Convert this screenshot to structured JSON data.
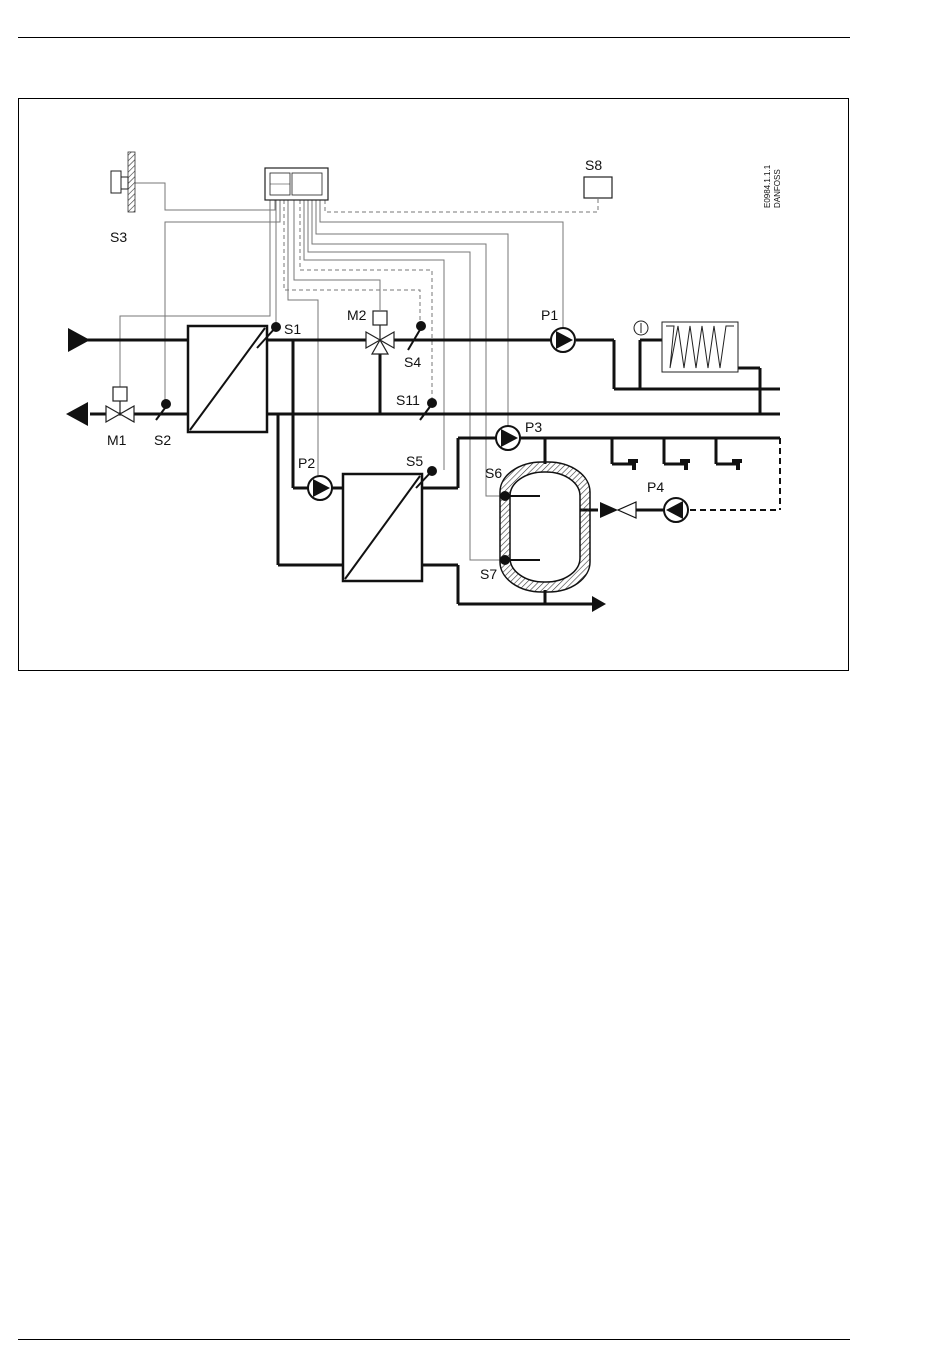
{
  "labels": {
    "s1": "S1",
    "s2": "S2",
    "s3": "S3",
    "s4": "S4",
    "s5": "S5",
    "s6": "S6",
    "s7": "S7",
    "s8": "S8",
    "s11": "S11",
    "m1": "M1",
    "m2": "M2",
    "p1": "P1",
    "p2": "P2",
    "p3": "P3",
    "p4": "P4"
  },
  "drawing_code": {
    "line1": "E0984.1.1.1",
    "line2": "DANFOSS"
  },
  "icons": {
    "controller": "controller-icon",
    "outdoor_sensor": "outdoor-sensor-icon",
    "radiator": "radiator-icon",
    "tap": "tap-icon",
    "tank": "hot-water-tank-icon"
  }
}
